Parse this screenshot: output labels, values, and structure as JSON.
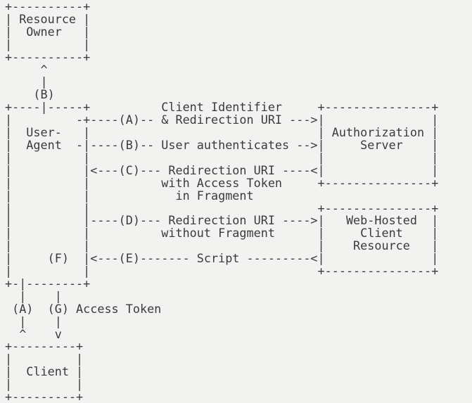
{
  "page": {
    "background_color": "#f2f2f1",
    "text_color": "#3b3b3b"
  },
  "diagram": {
    "lines": [
      "+----------+",
      "| Resource |",
      "|  Owner   |",
      "|          |",
      "+----------+",
      "     ^",
      "     |",
      "    (B)",
      "+----|-----+          Client Identifier     +---------------+",
      "|         -+----(A)-- & Redirection URI --->|               |",
      "|  User-   |                                | Authorization |",
      "|  Agent  -|----(B)-- User authenticates -->|     Server    |",
      "|          |                                |               |",
      "|          |<---(C)--- Redirection URI ----<|               |",
      "|          |          with Access Token     +---------------+",
      "|          |            in Fragment",
      "|          |                                +---------------+",
      "|          |----(D)--- Redirection URI ---->|   Web-Hosted  |",
      "|          |          without Fragment      |     Client    |",
      "|          |                                |    Resource   |",
      "|     (F)  |<---(E)------- Script ---------<|               |",
      "|          |                                +---------------+",
      "+-|--------+",
      "  |    |",
      " (A)  (G) Access Token",
      "  |    |",
      "  ^    v",
      "+---------+",
      "|         |",
      "|  Client |",
      "|         |",
      "+---------+"
    ],
    "boxes": [
      "Resource Owner",
      "User-Agent",
      "Authorization Server",
      "Web-Hosted Client Resource",
      "Client"
    ],
    "flow_labels": {
      "A": "Client Identifier & Redirection URI",
      "B": "User authenticates",
      "C": "Redirection URI with Access Token in Fragment",
      "D": "Redirection URI without Fragment",
      "E": "Script",
      "F": "",
      "G": "Access Token"
    }
  }
}
